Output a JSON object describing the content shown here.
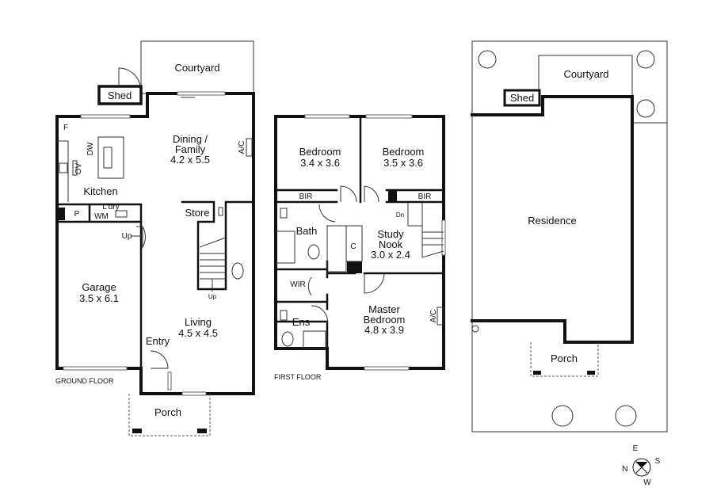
{
  "ground_floor": {
    "caption": "GROUND FLOOR",
    "rooms": {
      "courtyard": "Courtyard",
      "shed": "Shed",
      "dining_1": "Dining  /",
      "dining_2": "Family",
      "dining_size": "4.2 x 5.5",
      "kitchen": "Kitchen",
      "fridge": "F",
      "dishwasher": "DW",
      "oven": "OV",
      "aircon": "A/C",
      "pantry": "P",
      "laundry": "L'dry",
      "washing_machine": "WM",
      "store": "Store",
      "up_stairs": "Up",
      "up_garage": "Up",
      "garage": "Garage",
      "garage_size": "3.5 x 6.1",
      "living": "Living",
      "living_size": "4.5 x 4.5",
      "entry": "Entry",
      "porch": "Porch"
    }
  },
  "first_floor": {
    "caption": "FIRST FLOOR",
    "rooms": {
      "bedroom1": "Bedroom",
      "bedroom1_size": "3.4 x 3.6",
      "bedroom2": "Bedroom",
      "bedroom2_size": "3.5 x 3.6",
      "bir1": "BIR",
      "bir2": "BIR",
      "bath": "Bath",
      "cupboard": "C",
      "study_1": "Study",
      "study_2": "Nook",
      "study_size": "3.0 x 2.4",
      "down": "Dn",
      "wir": "WIR",
      "ensuite": "Ens",
      "master_1": "Master",
      "master_2": "Bedroom",
      "master_size": "4.8 x 3.9",
      "aircon": "A/C"
    }
  },
  "site_plan": {
    "courtyard": "Courtyard",
    "shed": "Shed",
    "residence": "Residence",
    "porch": "Porch"
  },
  "compass": {
    "n": "N",
    "e": "E",
    "s": "S",
    "w": "W"
  }
}
